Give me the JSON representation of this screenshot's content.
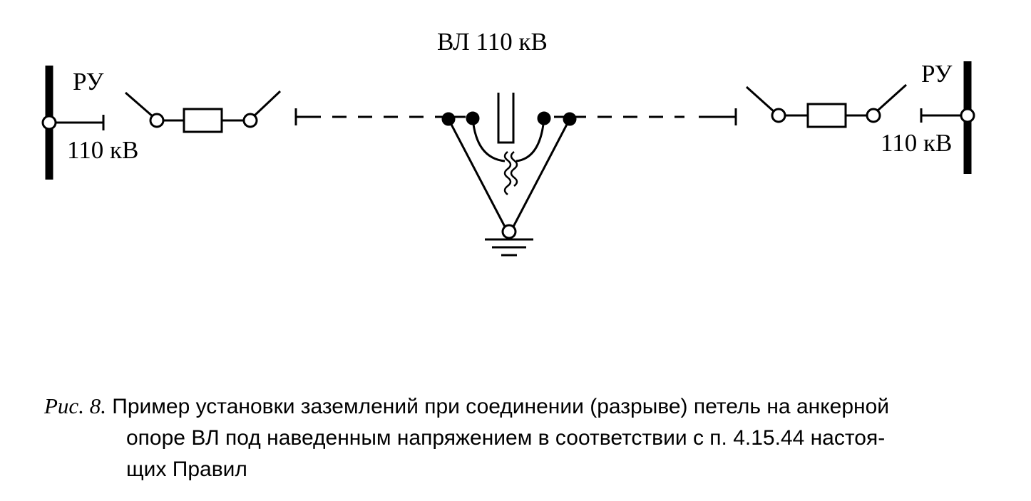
{
  "title": "ВЛ 110 кВ",
  "left": {
    "switchgear": "РУ",
    "voltage": "110 кВ"
  },
  "right": {
    "switchgear": "РУ",
    "voltage": "110 кВ"
  },
  "caption": {
    "figure_ref": "Рис. 8.",
    "line1": "Пример установки заземлений при соединении (разрыве) петель на анкерной",
    "line2": "опоре ВЛ под наведенным напряжением в соответствии с п. 4.15.44 настоя-",
    "line3": "щих Правил"
  }
}
